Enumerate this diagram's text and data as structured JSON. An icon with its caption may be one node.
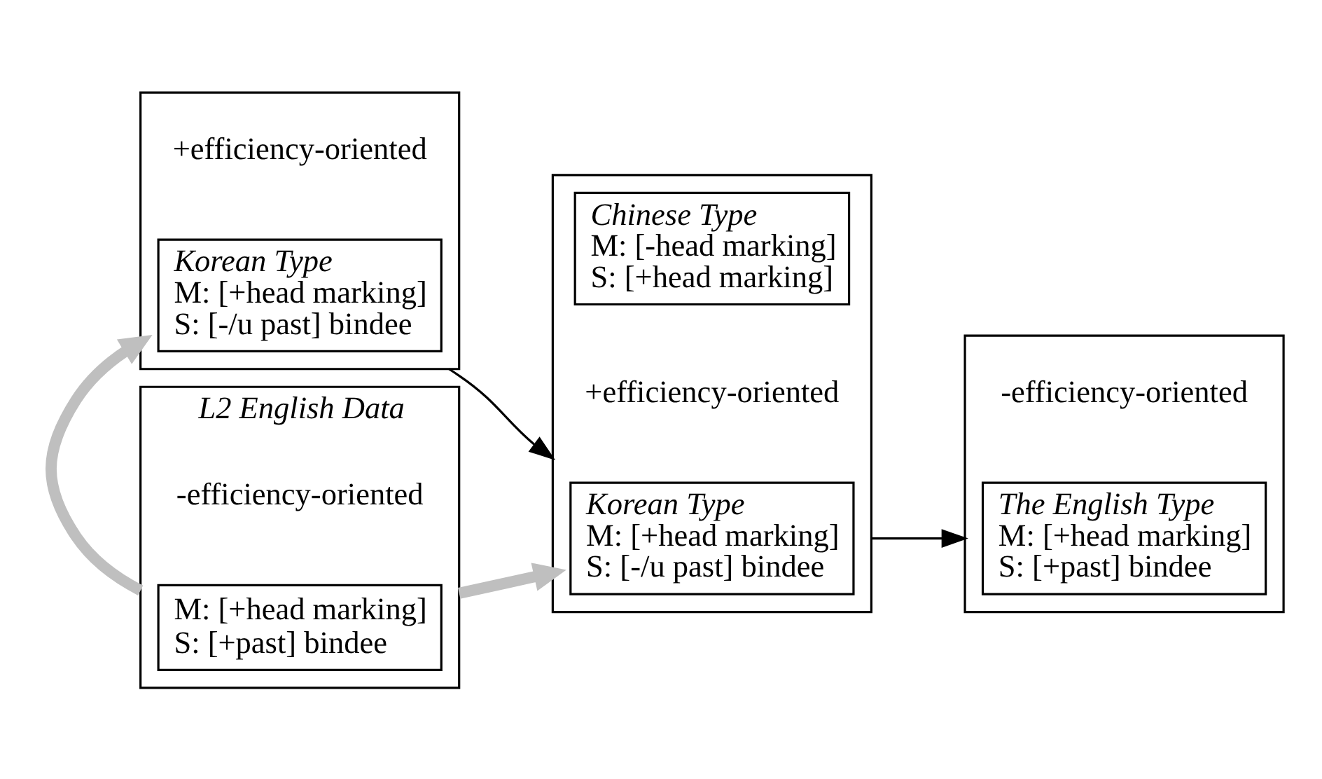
{
  "diagram": {
    "nodes": [
      {
        "text": [
          "+efficiency-oriented"
        ]
      },
      {
        "text": [
          "Korean Type",
          "M: [+head marking]",
          "S: [-/u past] bindee"
        ],
        "in": 0
      },
      {
        "text": [
          "L2 English Data",
          "-efficiency-oriented"
        ]
      },
      {
        "text": [
          "M: [+head marking]",
          "S: [+past] bindee"
        ],
        "in": 2
      },
      {
        "text": [
          "+efficiency-oriented"
        ]
      },
      {
        "text": [
          "Korean Type",
          "M: [+head marking]",
          "S: [-/u past] bindee"
        ],
        "in": 4
      },
      {
        "text": [
          "Chinese Type",
          "M: [-head marking]",
          "S: [+head marking]"
        ],
        "in": 4
      },
      {
        "text": [
          "-efficiency-oriented"
        ]
      },
      {
        "text": [
          "The English Type",
          "M: [+head marking]",
          "S: [+past] bindee"
        ],
        "in": 7
      }
    ],
    "edges": [
      {
        "from": 0,
        "to": 4,
        "arrow": "to"
      },
      {
        "from": 2,
        "to": 0,
        "arrow": "to",
        "style": "thick",
        "color": "#bfbfbf"
      },
      {
        "from": 2,
        "to": 4,
        "arrow": "to",
        "style": "thick",
        "color": "#bfbfbf"
      },
      {
        "from": 4,
        "to": 7,
        "arrow": "to"
      }
    ]
  }
}
